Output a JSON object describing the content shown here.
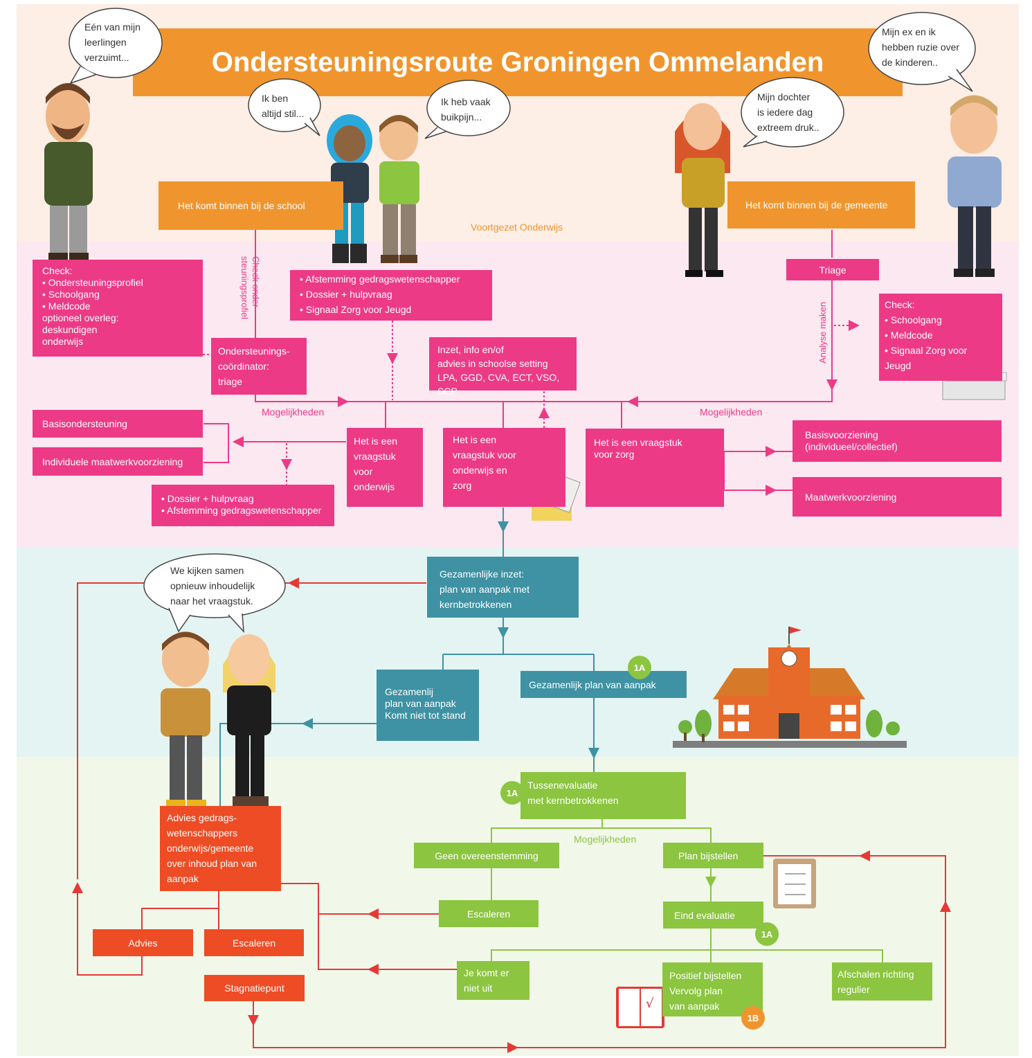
{
  "title": "Ondersteuningsroute Groningen Ommelanden",
  "bubbles": {
    "leerlingen": "Eén van mijn\nleerlingen\nverzuimt...",
    "stil": "Ik ben\naltijd stil...",
    "buikpijn": "Ik heb vaak\nbuikpijn...",
    "dochter": "Mijn dochter\nis iedere dag\nextreem druk..",
    "ruzie": "Mijn ex en ik\nhebben ruzie over\nde kinderen..",
    "samen": "We kijken samen\nopnieuw inhoudelijk\nnaar het vraagstuk."
  },
  "school_in": "Het komt binnen bij de school",
  "gemeente_in": "Het komt binnen bij de gemeente",
  "vo_label": "Voortgezet Onderwijs",
  "check_left": "Check:\n• Ondersteuningsprofiel\n• Schoolgang\n• Meldcode\noptioneel overleg:\ndeskundigen\nonderwijs",
  "check_onder_label": "Check onder-\nsteuningsprofiel",
  "afstemming": "• Afstemming gedragswetenschapper\n• Dossier + hulpvraag\n• Signaal Zorg voor Jeugd",
  "triage": "Triage",
  "analyse_label": "Analyse maken",
  "check_right": "Check:\n• Schoolgang\n• Meldcode\n• Signaal Zorg voor\n   Jeugd",
  "coordinator": "Ondersteunings-\ncoördinator:\ntriage",
  "inzet": "Inzet, info en/of\nadvies in schoolse setting\nLPA, GGD, CVA, ECT, VSO, SCP",
  "mogelijkheden_left": "Mogelijkheden",
  "mogelijkheden_right": "Mogelijkheden",
  "basisondersteuning": "Basisondersteuning",
  "individuele": "Individuele maatwerkvoorziening",
  "dossier": "• Dossier + hulpvraag\n• Afstemming gedragswetenschapper",
  "vraag_onderwijs": "Het is een\nvraagstuk\nvoor\nonderwijs",
  "vraag_beide": "Het is een\nvraagstuk voor\nonderwijs en\nzorg",
  "vraag_zorg": "Het is een vraagstuk\nvoor zorg",
  "basisvoorziening": "Basisvoorziening\n(individueel/collectief)",
  "maatwerk": "Maatwerkvoorziening",
  "gezamenlijke_inzet": "Gezamenlijke inzet:\nplan van aanpak met\nkernbetrokkenen",
  "niet_tot_stand": "Gezamenlij\nplan van aanpak\nKomt niet tot stand",
  "plan_van_aanpak": "Gezamenlijk plan van aanpak",
  "badge_1a": "1A",
  "badge_1b": "1B",
  "tussenevaluatie": "Tussenevaluatie\nmet kernbetrokkenen",
  "mogelijkheden_green": "Mogelijkheden",
  "geen_overeenstemming": "Geen overeenstemming",
  "plan_bijstellen": "Plan bijstellen",
  "escaleren_green": "Escaleren",
  "eind_evaluatie": "Eind evaluatie",
  "advies_gedrag": "Advies gedrags-\nwetenschappers\nonderwijs/gemeente\nover inhoud plan van\naanpak",
  "advies": "Advies",
  "escaleren_red": "Escaleren",
  "stagnatiepunt": "Stagnatiepunt",
  "je_komt": "Je komt er\nniet uit",
  "positief": "Positief bijstellen\nVervolg plan\nvan aanpak",
  "afschalen": "Afschalen richting\nregulier",
  "colors": {
    "pink": "#ec3a86",
    "orange": "#f0952e",
    "teal": "#3e92a3",
    "green": "#8cc540",
    "red": "#ee4c24"
  }
}
